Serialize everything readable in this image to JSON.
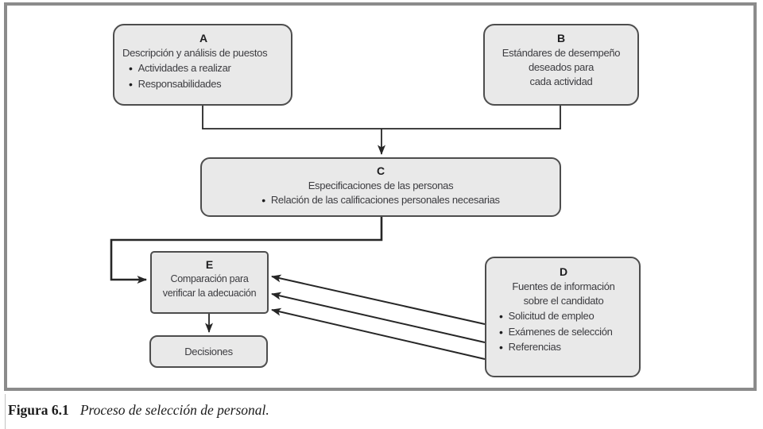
{
  "figure": {
    "label": "Figura 6.1",
    "caption": "Proceso de selección de personal."
  },
  "colors": {
    "box_fill": "#e9e9e9",
    "box_border": "#4d4d4d",
    "line": "#262626",
    "frame_border": "#8b8b8b",
    "text": "#3c3c40"
  },
  "boxes": {
    "a": {
      "letter": "A",
      "title": "Descripción y análisis de puestos",
      "bullets": [
        "Actividades a realizar",
        "Responsabilidades"
      ]
    },
    "b": {
      "letter": "B",
      "lines": [
        "Estándares de desempeño",
        "deseados para",
        "cada actividad"
      ]
    },
    "c": {
      "letter": "C",
      "title": "Especificaciones de las personas",
      "bullets": [
        "Relación de las calificaciones personales necesarias"
      ]
    },
    "d": {
      "letter": "D",
      "title_lines": [
        "Fuentes de información",
        "sobre el candidato"
      ],
      "bullets": [
        "Solicitud de empleo",
        "Exámenes de selección",
        "Referencias"
      ]
    },
    "e": {
      "letter": "E",
      "lines": [
        "Comparación para",
        "verificar la adecuación"
      ]
    },
    "decisions": {
      "label": "Decisiones"
    }
  }
}
